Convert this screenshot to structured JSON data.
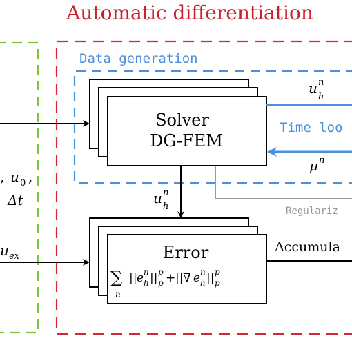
{
  "title": "Automatic differentiation",
  "data_generation_label": "Data generation",
  "solver": {
    "line1": "Solver",
    "line2": "DG-FEM"
  },
  "error": {
    "title": "Error"
  },
  "time_loop_label": "Time loo",
  "regularization_label": "Regulariz",
  "accumulate_label": "Accumula",
  "math": {
    "u": "u",
    "h": "h",
    "n": "n",
    "mu": "μ",
    "delta_t": "Δt",
    "u0": "u",
    "zero": "0",
    "comma": ",",
    "uex_u": "u",
    "uex_sub": "ex"
  },
  "formula": {
    "sum": "∑",
    "sum_idx": "n",
    "norm_open": "||",
    "e": "e",
    "h": "h",
    "n": "n",
    "norm_close": "||",
    "p": "p",
    "plus": "+",
    "nabla": "∇"
  },
  "colors": {
    "title": "#c8202f",
    "ad_border": "#d6263a",
    "data_gen": "#4a8fdc",
    "left_dashed": "#7cc53a",
    "regularization": "#9a9a9a",
    "ink": "#000000"
  }
}
